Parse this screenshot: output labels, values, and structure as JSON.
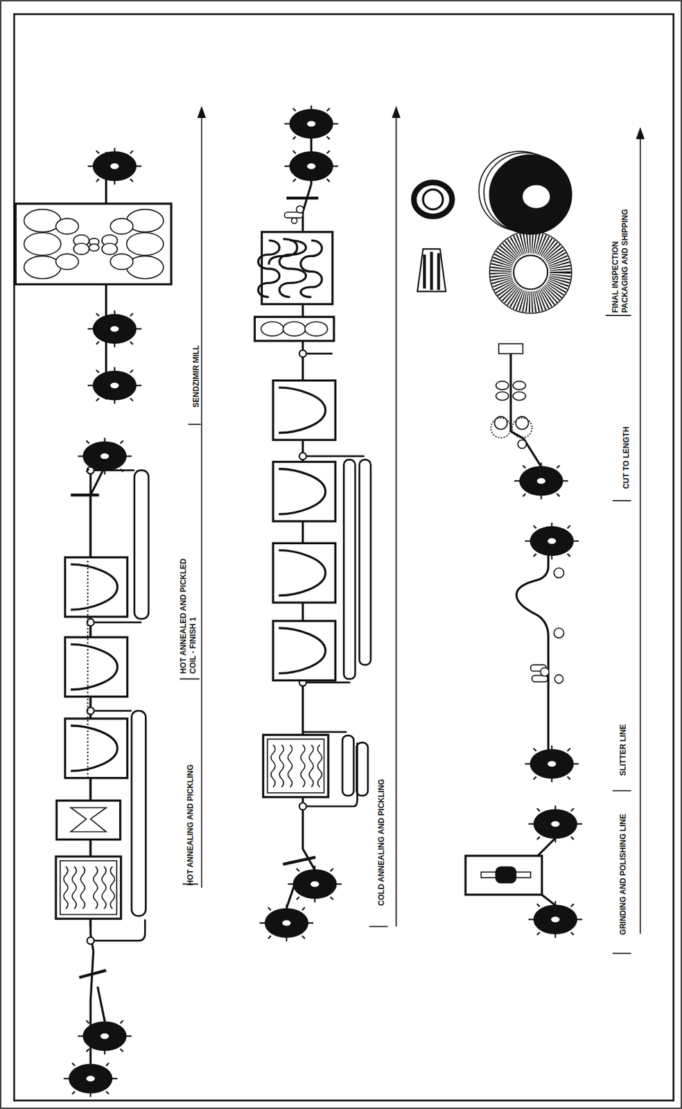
{
  "diagram": {
    "labels": [
      "HOT ANNEALING AND PICKLING",
      "HOT ANNEALED AND PICKLED COIL - FINISH 1",
      "SENDZIMIR MILL",
      "COLD ANNEALING AND PICKLING",
      "GRINDING AND POLISHING LINE",
      "SLITTER LINE",
      "CUT TO LENGTH",
      "FINAL INSPECTION PACKAGING AND SHIPPING"
    ]
  }
}
